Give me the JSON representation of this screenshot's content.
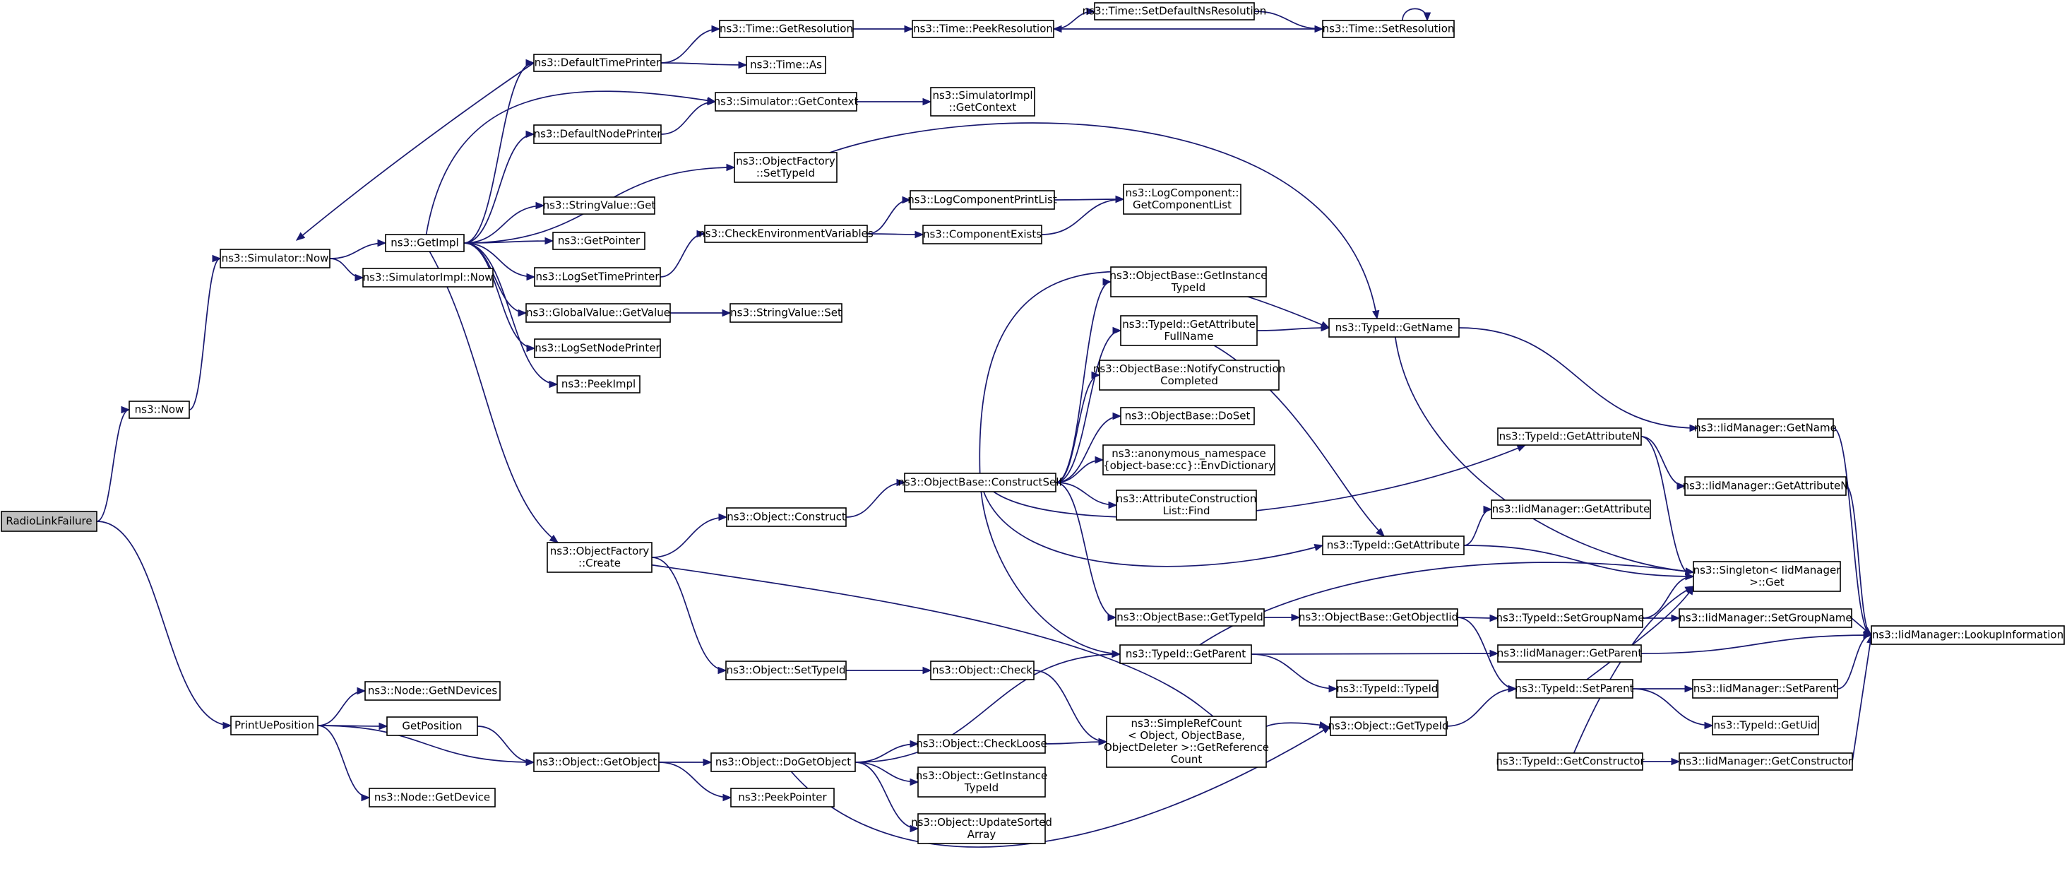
{
  "graph": {
    "type": "call-graph",
    "nodes": [
      {
        "id": "root",
        "lines": [
          "RadioLinkFailure"
        ],
        "root": true
      },
      {
        "id": "now",
        "lines": [
          "ns3::Now"
        ]
      },
      {
        "id": "printue",
        "lines": [
          "PrintUePosition"
        ]
      },
      {
        "id": "simnow",
        "lines": [
          "ns3::Simulator::Now"
        ]
      },
      {
        "id": "getimpl",
        "lines": [
          "ns3::GetImpl"
        ]
      },
      {
        "id": "simimplnow",
        "lines": [
          "ns3::SimulatorImpl::Now"
        ]
      },
      {
        "id": "deftimeprinter",
        "lines": [
          "ns3::DefaultTimePrinter"
        ]
      },
      {
        "id": "defnodeprinter",
        "lines": [
          "ns3::DefaultNodePrinter"
        ]
      },
      {
        "id": "stringvalueget",
        "lines": [
          "ns3::StringValue::Get"
        ]
      },
      {
        "id": "getpointer",
        "lines": [
          "ns3::GetPointer"
        ]
      },
      {
        "id": "logsettimeprinter",
        "lines": [
          "ns3::LogSetTimePrinter"
        ]
      },
      {
        "id": "globalvalueget",
        "lines": [
          "ns3::GlobalValue::GetValue"
        ]
      },
      {
        "id": "logsetnodeprinter",
        "lines": [
          "ns3::LogSetNodePrinter"
        ]
      },
      {
        "id": "peekimpl",
        "lines": [
          "ns3::PeekImpl"
        ]
      },
      {
        "id": "ofcreate",
        "lines": [
          "ns3::ObjectFactory",
          "::Create"
        ]
      },
      {
        "id": "timegetres",
        "lines": [
          "ns3::Time::GetResolution"
        ]
      },
      {
        "id": "timeas",
        "lines": [
          "ns3::Time::As"
        ]
      },
      {
        "id": "simgetctx",
        "lines": [
          "ns3::Simulator::GetContext"
        ]
      },
      {
        "id": "ofsettypeid",
        "lines": [
          "ns3::ObjectFactory",
          "::SetTypeId"
        ]
      },
      {
        "id": "checkenv",
        "lines": [
          "ns3::CheckEnvironmentVariables"
        ]
      },
      {
        "id": "stringvalueset",
        "lines": [
          "ns3::StringValue::Set"
        ]
      },
      {
        "id": "objconstruct",
        "lines": [
          "ns3::Object::Construct"
        ]
      },
      {
        "id": "objsettypeid",
        "lines": [
          "ns3::Object::SetTypeId"
        ]
      },
      {
        "id": "timepeekres",
        "lines": [
          "ns3::Time::PeekResolution"
        ]
      },
      {
        "id": "simimplgetctx",
        "lines": [
          "ns3::SimulatorImpl",
          "::GetContext"
        ]
      },
      {
        "id": "logcompprintlist",
        "lines": [
          "ns3::LogComponentPrintList"
        ]
      },
      {
        "id": "compexists",
        "lines": [
          "ns3::ComponentExists"
        ]
      },
      {
        "id": "obconstructself",
        "lines": [
          "ns3::ObjectBase::ConstructSelf"
        ]
      },
      {
        "id": "objcheck",
        "lines": [
          "ns3::Object::Check"
        ]
      },
      {
        "id": "timesetdefns",
        "lines": [
          "ns3::Time::SetDefaultNsResolution"
        ]
      },
      {
        "id": "timesetres",
        "lines": [
          "ns3::Time::SetResolution"
        ]
      },
      {
        "id": "logcompgetlist",
        "lines": [
          "ns3::LogComponent::",
          "GetComponentList"
        ]
      },
      {
        "id": "obgetinstance",
        "lines": [
          "ns3::ObjectBase::GetInstance",
          "TypeId"
        ]
      },
      {
        "id": "tidgetattrfull",
        "lines": [
          "ns3::TypeId::GetAttribute",
          "FullName"
        ]
      },
      {
        "id": "obnotify",
        "lines": [
          "ns3::ObjectBase::NotifyConstruction",
          "Completed"
        ]
      },
      {
        "id": "obdoset",
        "lines": [
          "ns3::ObjectBase::DoSet"
        ]
      },
      {
        "id": "anonenvdict",
        "lines": [
          "ns3::anonymous_namespace",
          "{object-base:cc}::EnvDictionary"
        ]
      },
      {
        "id": "attrconstructfind",
        "lines": [
          "ns3::AttributeConstruction",
          "List::Find"
        ]
      },
      {
        "id": "obgettypeid",
        "lines": [
          "ns3::ObjectBase::GetTypeId"
        ]
      },
      {
        "id": "tidgetparent",
        "lines": [
          "ns3::TypeId::GetParent"
        ]
      },
      {
        "id": "simplerefcount",
        "lines": [
          "ns3::SimpleRefCount",
          "< Object, ObjectBase,",
          "ObjectDeleter >::GetReference",
          "Count"
        ]
      },
      {
        "id": "tidgetname",
        "lines": [
          "ns3::TypeId::GetName"
        ]
      },
      {
        "id": "tidgetattribute",
        "lines": [
          "ns3::TypeId::GetAttribute"
        ]
      },
      {
        "id": "obgetobjectiid",
        "lines": [
          "ns3::ObjectBase::GetObjectIid"
        ]
      },
      {
        "id": "tidtypeid",
        "lines": [
          "ns3::TypeId::TypeId"
        ]
      },
      {
        "id": "objgettypeid",
        "lines": [
          "ns3::Object::GetTypeId"
        ]
      },
      {
        "id": "tidgetattrn",
        "lines": [
          "ns3::TypeId::GetAttributeN"
        ]
      },
      {
        "id": "iidgetattribute",
        "lines": [
          "ns3::IidManager::GetAttribute"
        ]
      },
      {
        "id": "tidsetgroupname",
        "lines": [
          "ns3::TypeId::SetGroupName"
        ]
      },
      {
        "id": "iidgetparent",
        "lines": [
          "ns3::IidManager::GetParent"
        ]
      },
      {
        "id": "tidsetparent",
        "lines": [
          "ns3::TypeId::SetParent"
        ]
      },
      {
        "id": "tidgetconstructor",
        "lines": [
          "ns3::TypeId::GetConstructor"
        ]
      },
      {
        "id": "iidgetname",
        "lines": [
          "ns3::IidManager::GetName"
        ]
      },
      {
        "id": "iidgetattrn",
        "lines": [
          "ns3::IidManager::GetAttributeN"
        ]
      },
      {
        "id": "singletonget",
        "lines": [
          "ns3::Singleton< IidManager",
          ">::Get"
        ]
      },
      {
        "id": "iidsetgroupname",
        "lines": [
          "ns3::IidManager::SetGroupName"
        ]
      },
      {
        "id": "iidsetparent",
        "lines": [
          "ns3::IidManager::SetParent"
        ]
      },
      {
        "id": "tidgetuid",
        "lines": [
          "ns3::TypeId::GetUid"
        ]
      },
      {
        "id": "iidgetconstructor",
        "lines": [
          "ns3::IidManager::GetConstructor"
        ]
      },
      {
        "id": "iidlookup",
        "lines": [
          "ns3::IidManager::LookupInformation"
        ]
      },
      {
        "id": "nodegetndevices",
        "lines": [
          "ns3::Node::GetNDevices"
        ]
      },
      {
        "id": "getposition",
        "lines": [
          "GetPosition"
        ]
      },
      {
        "id": "nodegetdevice",
        "lines": [
          "ns3::Node::GetDevice"
        ]
      },
      {
        "id": "objgetobject",
        "lines": [
          "ns3::Object::GetObject"
        ]
      },
      {
        "id": "objdogetobject",
        "lines": [
          "ns3::Object::DoGetObject"
        ]
      },
      {
        "id": "peekpointer",
        "lines": [
          "ns3::PeekPointer"
        ]
      },
      {
        "id": "objcheckloose",
        "lines": [
          "ns3::Object::CheckLoose"
        ]
      },
      {
        "id": "objgetinstance",
        "lines": [
          "ns3::Object::GetInstance",
          "TypeId"
        ]
      },
      {
        "id": "objupdatesorted",
        "lines": [
          "ns3::Object::UpdateSorted",
          "Array"
        ]
      }
    ],
    "edges": [
      [
        "root",
        "now"
      ],
      [
        "root",
        "printue"
      ],
      [
        "now",
        "simnow"
      ],
      [
        "simnow",
        "getimpl"
      ],
      [
        "simnow",
        "simimplnow"
      ],
      [
        "getimpl",
        "deftimeprinter"
      ],
      [
        "getimpl",
        "defnodeprinter"
      ],
      [
        "getimpl",
        "simgetctx"
      ],
      [
        "getimpl",
        "ofsettypeid"
      ],
      [
        "getimpl",
        "stringvalueget"
      ],
      [
        "getimpl",
        "getpointer"
      ],
      [
        "getimpl",
        "logsettimeprinter"
      ],
      [
        "getimpl",
        "globalvalueget"
      ],
      [
        "getimpl",
        "logsetnodeprinter"
      ],
      [
        "getimpl",
        "peekimpl"
      ],
      [
        "getimpl",
        "ofcreate"
      ],
      [
        "deftimeprinter",
        "simnow"
      ],
      [
        "deftimeprinter",
        "timegetres"
      ],
      [
        "deftimeprinter",
        "timeas"
      ],
      [
        "defnodeprinter",
        "simgetctx"
      ],
      [
        "simgetctx",
        "simimplgetctx"
      ],
      [
        "timegetres",
        "timepeekres"
      ],
      [
        "timepeekres",
        "timesetdefns"
      ],
      [
        "timesetdefns",
        "timesetres"
      ],
      [
        "timesetres",
        "timepeekres"
      ],
      [
        "timesetres",
        "timesetres"
      ],
      [
        "ofsettypeid",
        "tidgetname"
      ],
      [
        "logsettimeprinter",
        "checkenv"
      ],
      [
        "globalvalueget",
        "stringvalueset"
      ],
      [
        "checkenv",
        "logcompprintlist"
      ],
      [
        "checkenv",
        "compexists"
      ],
      [
        "logcompprintlist",
        "logcompgetlist"
      ],
      [
        "compexists",
        "logcompgetlist"
      ],
      [
        "ofcreate",
        "objconstruct"
      ],
      [
        "ofcreate",
        "objsettypeid"
      ],
      [
        "ofcreate",
        "objgettypeid"
      ],
      [
        "objconstruct",
        "obconstructself"
      ],
      [
        "obconstructself",
        "tidgetname"
      ],
      [
        "obconstructself",
        "obgetinstance"
      ],
      [
        "obconstructself",
        "tidgetattrfull"
      ],
      [
        "obconstructself",
        "obnotify"
      ],
      [
        "obconstructself",
        "obdoset"
      ],
      [
        "obconstructself",
        "anonenvdict"
      ],
      [
        "obconstructself",
        "attrconstructfind"
      ],
      [
        "obconstructself",
        "tidgetattrn"
      ],
      [
        "obconstructself",
        "tidgetattribute"
      ],
      [
        "obconstructself",
        "obgettypeid"
      ],
      [
        "obconstructself",
        "tidgetparent"
      ],
      [
        "tidgetattrfull",
        "tidgetname"
      ],
      [
        "tidgetattrfull",
        "tidgetattribute"
      ],
      [
        "tidgetname",
        "iidgetname"
      ],
      [
        "tidgetname",
        "singletonget"
      ],
      [
        "iidgetname",
        "iidlookup"
      ],
      [
        "tidgetattrn",
        "iidgetattrn"
      ],
      [
        "tidgetattrn",
        "singletonget"
      ],
      [
        "iidgetattrn",
        "iidlookup"
      ],
      [
        "tidgetattribute",
        "iidgetattribute"
      ],
      [
        "tidgetattribute",
        "singletonget"
      ],
      [
        "obgettypeid",
        "obgetobjectiid"
      ],
      [
        "obgetobjectiid",
        "tidsetgroupname"
      ],
      [
        "obgetobjectiid",
        "tidsetparent"
      ],
      [
        "tidsetgroupname",
        "iidsetgroupname"
      ],
      [
        "tidsetgroupname",
        "singletonget"
      ],
      [
        "iidsetgroupname",
        "iidlookup"
      ],
      [
        "tidgetparent",
        "singletonget"
      ],
      [
        "tidgetparent",
        "iidgetparent"
      ],
      [
        "tidgetparent",
        "tidtypeid"
      ],
      [
        "iidgetparent",
        "iidlookup"
      ],
      [
        "tidsetparent",
        "iidsetparent"
      ],
      [
        "tidsetparent",
        "tidgetuid"
      ],
      [
        "tidsetparent",
        "singletonget"
      ],
      [
        "iidsetparent",
        "iidlookup"
      ],
      [
        "objgettypeid",
        "tidsetparent"
      ],
      [
        "tidgetconstructor",
        "iidgetconstructor"
      ],
      [
        "tidgetconstructor",
        "singletonget"
      ],
      [
        "iidgetconstructor",
        "iidlookup"
      ],
      [
        "objsettypeid",
        "objcheck"
      ],
      [
        "objcheck",
        "simplerefcount"
      ],
      [
        "printue",
        "nodegetndevices"
      ],
      [
        "printue",
        "getposition"
      ],
      [
        "printue",
        "objgetobject"
      ],
      [
        "printue",
        "nodegetdevice"
      ],
      [
        "getposition",
        "objgetobject"
      ],
      [
        "objgetobject",
        "objdogetobject"
      ],
      [
        "objgetobject",
        "peekpointer"
      ],
      [
        "objdogetobject",
        "tidgetparent"
      ],
      [
        "objdogetobject",
        "objcheckloose"
      ],
      [
        "objdogetobject",
        "objgetinstance"
      ],
      [
        "objdogetobject",
        "objupdatesorted"
      ],
      [
        "objdogetobject",
        "objgettypeid"
      ],
      [
        "objcheckloose",
        "simplerefcount"
      ]
    ]
  }
}
